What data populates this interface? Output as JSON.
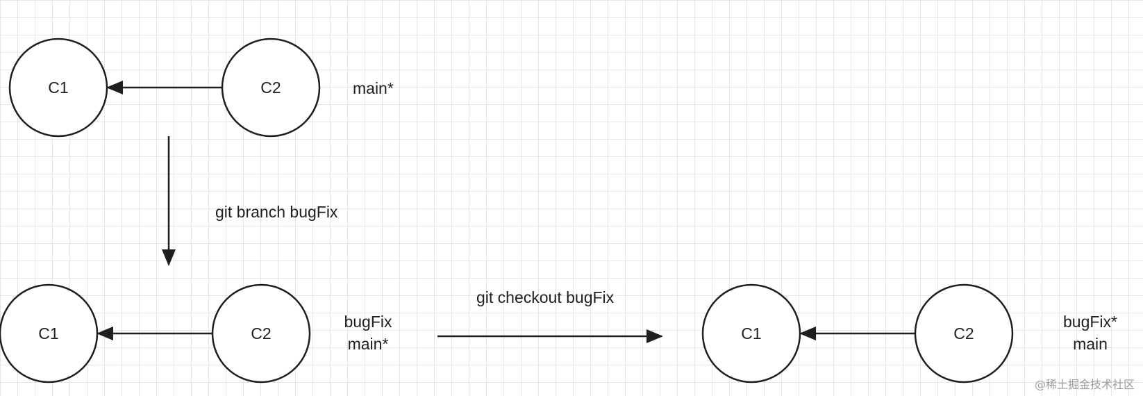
{
  "nodes": {
    "top_c1": "C1",
    "top_c2": "C2",
    "bl_c1": "C1",
    "bl_c2": "C2",
    "br_c1": "C1",
    "br_c2": "C2"
  },
  "labels": {
    "top_branch": "main*",
    "bl_branch_1": "bugFix",
    "bl_branch_2": "main*",
    "br_branch_1": "bugFix*",
    "br_branch_2": "main",
    "cmd_branch": "git branch bugFix",
    "cmd_checkout": "git checkout bugFix"
  },
  "watermark": "@稀土掘金技术社区"
}
